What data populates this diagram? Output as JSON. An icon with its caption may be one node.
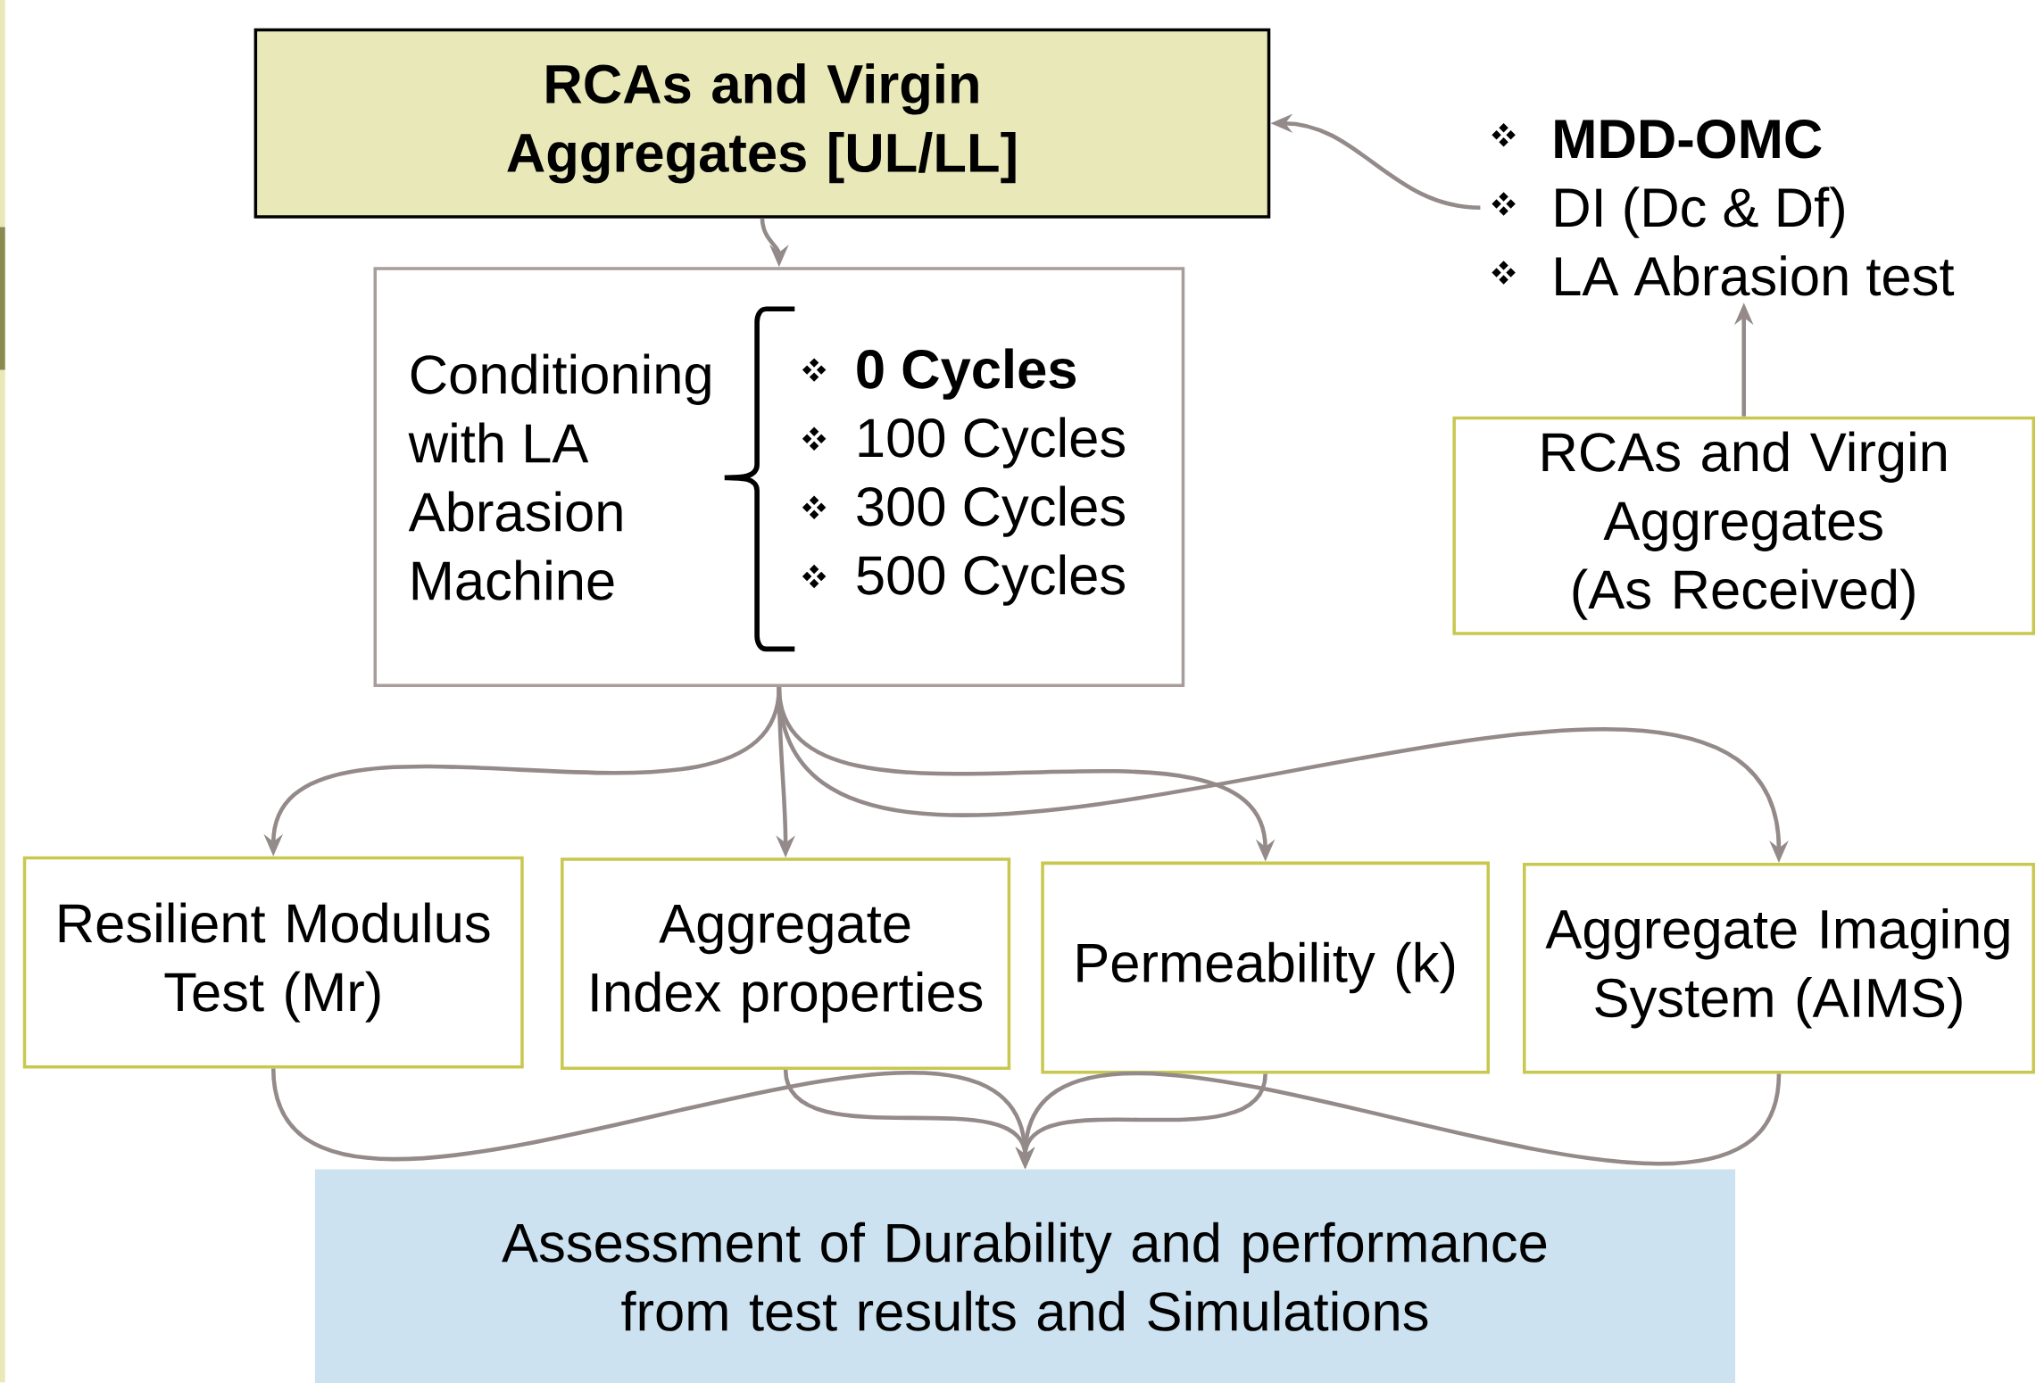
{
  "diagram": {
    "nodes": [
      {
        "text": [
          "RCAs and Virgin Aggregates [UL/LL]"
        ]
      },
      {
        "text": [
          "Conditioning with LA Abrasion Machine",
          "0 Cycles",
          "100 Cycles",
          "300 Cycles",
          "500 Cycles"
        ]
      },
      {
        "text": [
          "MDD-OMC",
          "DI (Dc & Df)",
          "LA Abrasion test"
        ]
      },
      {
        "text": [
          "RCAs and Virgin Aggregates (As Received)"
        ]
      },
      {
        "text": [
          "Resilient Modulus Test (Mr)"
        ]
      },
      {
        "text": [
          "Aggregate Index properties"
        ]
      },
      {
        "text": [
          "Permeability (k)"
        ]
      },
      {
        "text": [
          "Aggregate Imaging System (AIMS)"
        ]
      },
      {
        "text": [
          "Assessment of Durability and performance from test results and Simulations"
        ]
      }
    ],
    "edges": [
      {
        "from": 2,
        "to": 0,
        "arrow": "to"
      },
      {
        "from": 0,
        "to": 1,
        "arrow": "to"
      },
      {
        "from": 3,
        "to": 2,
        "arrow": "to"
      },
      {
        "from": 1,
        "to": 4,
        "arrow": "to"
      },
      {
        "from": 1,
        "to": 5,
        "arrow": "to"
      },
      {
        "from": 1,
        "to": 6,
        "arrow": "to"
      },
      {
        "from": 1,
        "to": 7,
        "arrow": "to"
      },
      {
        "from": 4,
        "to": 8,
        "arrow": "to"
      },
      {
        "from": 5,
        "to": 8,
        "arrow": "to"
      },
      {
        "from": 6,
        "to": 8,
        "arrow": "to"
      },
      {
        "from": 7,
        "to": 8,
        "arrow": "to"
      }
    ]
  }
}
